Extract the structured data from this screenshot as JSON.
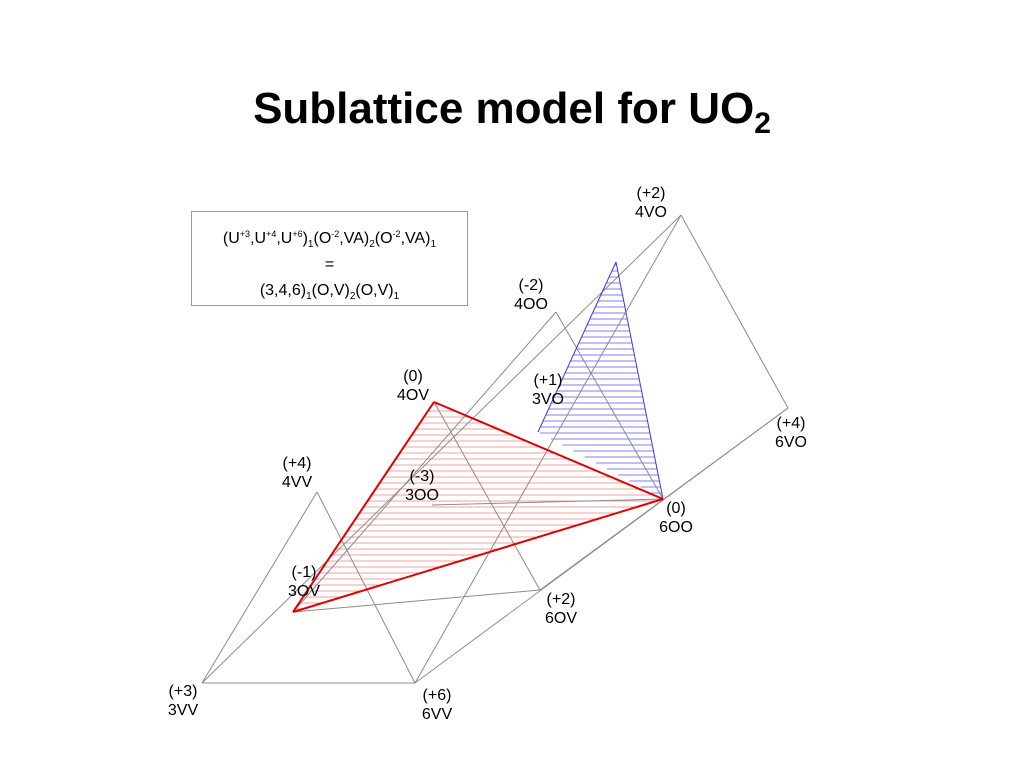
{
  "title": {
    "main": "Sublattice model for UO",
    "sub": "2"
  },
  "formula": {
    "line1": {
      "open": "(U",
      "c1": "+3",
      "s1": ",U",
      "c2": "+4",
      "s2": ",U",
      "c3": "+6",
      "s3": ")",
      "n1": "1",
      "s4": "(O",
      "c4": "-2",
      "s5": ",VA)",
      "n2": "2",
      "s6": "(O",
      "c5": "-2",
      "s7": ",VA)",
      "n3": "1"
    },
    "line2": "=",
    "line3": {
      "s1": "(3,4,6)",
      "n1": "1",
      "s2": "(O,V)",
      "n2": "2",
      "s3": "(O,V)",
      "n3": "1"
    }
  },
  "vertices": [
    {
      "id": "4VO",
      "charge": "(+2)",
      "name": "4VO"
    },
    {
      "id": "4OO",
      "charge": "(-2)",
      "name": "4OO"
    },
    {
      "id": "4OV",
      "charge": "(0)",
      "name": "4OV"
    },
    {
      "id": "3VO",
      "charge": "(+1)",
      "name": "3VO"
    },
    {
      "id": "6VO",
      "charge": "(+4)",
      "name": "6VO"
    },
    {
      "id": "4VV",
      "charge": "(+4)",
      "name": "4VV"
    },
    {
      "id": "3OO",
      "charge": "(-3)",
      "name": "3OO"
    },
    {
      "id": "6OO",
      "charge": "(0)",
      "name": "6OO"
    },
    {
      "id": "3OV",
      "charge": "(-1)",
      "name": "3OV"
    },
    {
      "id": "6OV",
      "charge": "(+2)",
      "name": "6OV"
    },
    {
      "id": "3VV",
      "charge": "(+3)",
      "name": "3VV"
    },
    {
      "id": "6VV",
      "charge": "(+6)",
      "name": "6VV"
    }
  ],
  "colors": {
    "frame": "#8c8c8c",
    "neutral_triangle": "#e00000",
    "neutral_hatch": "#f0a0a0",
    "blue_region": "#3a3ae0",
    "blue_hatch": "#8080ee"
  }
}
